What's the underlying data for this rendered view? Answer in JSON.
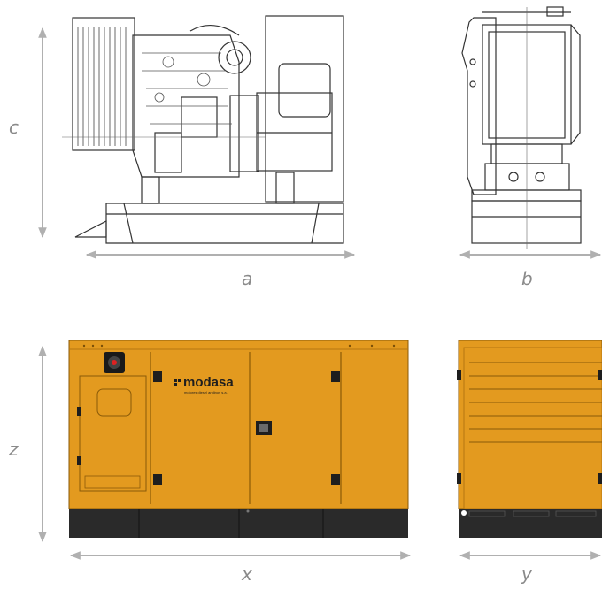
{
  "labels": {
    "c": "c",
    "a": "a",
    "b": "b",
    "z": "z",
    "x": "x",
    "y": "y"
  },
  "brand": {
    "name": "modasa",
    "tagline": "motores diesel andinos s.a."
  },
  "colors": {
    "canopy": "#e39a1f",
    "canopy_dark": "#c97f0c",
    "base": "#2a2a2a",
    "line": "#333333",
    "arrow": "#b0b0b0",
    "label": "#8a8a8a"
  }
}
